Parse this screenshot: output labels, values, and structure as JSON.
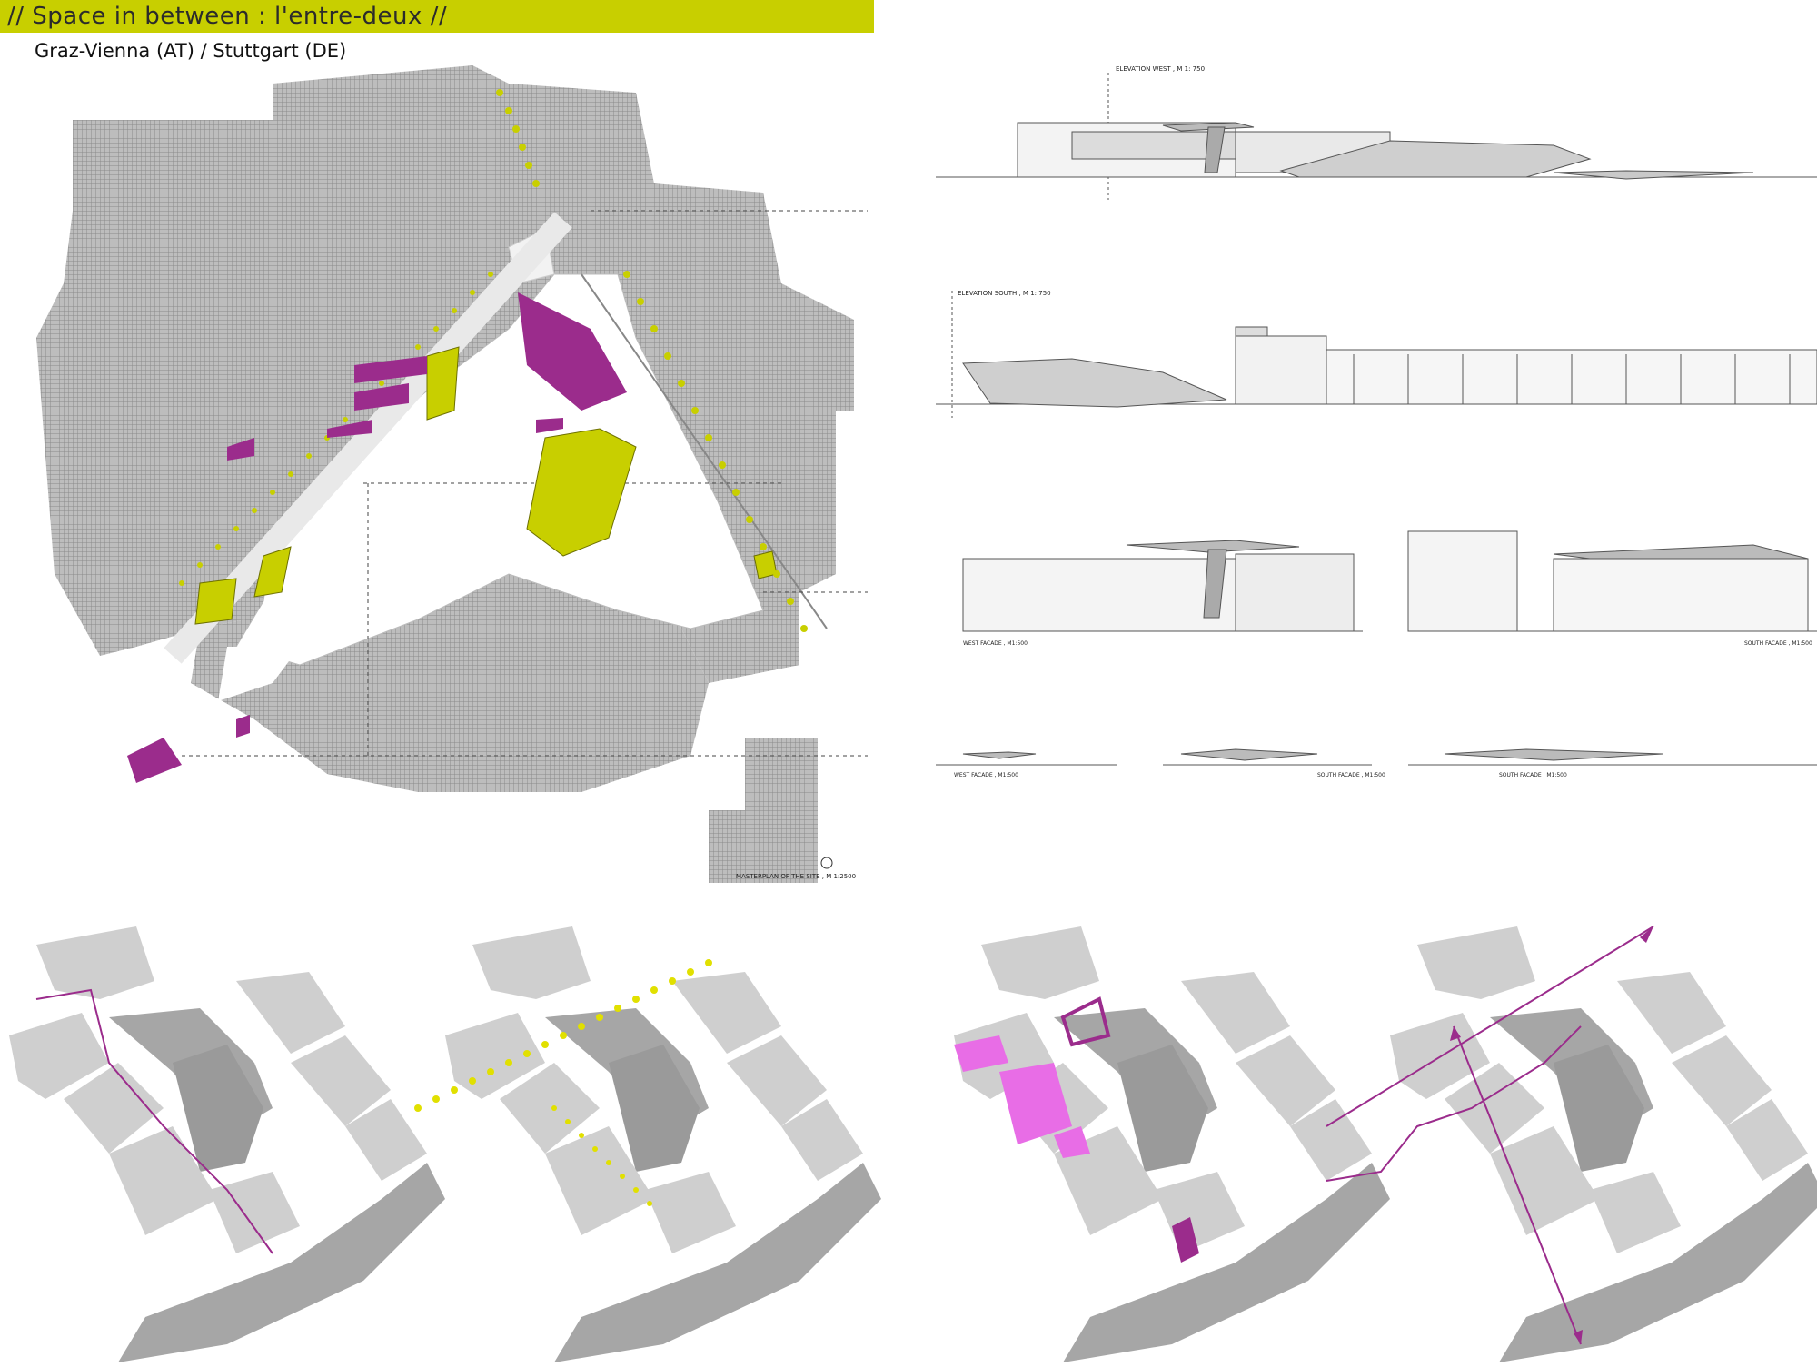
{
  "header": {
    "title": "// Space in between : l'entre-deux //",
    "subtitle": "Graz-Vienna (AT) / Stuttgart (DE)"
  },
  "masterplan": {
    "caption": "MASTERPLAN OF THE SITE , M 1:2500"
  },
  "elevations": {
    "west_label": "ELEVATION WEST , M 1: 750",
    "south_label": "ELEVATION SOUTH , M 1: 750",
    "west_facade_1": "WEST FACADE , M1:500",
    "south_facade_1": "SOUTH FACADE , M1:500",
    "west_facade_2": "WEST FACADE , M1:500",
    "south_facade_2": "SOUTH FACADE , M1:500",
    "south_facade_3": "SOUTH FACADE , M1:500"
  },
  "colors": {
    "accent_yellow": "#c8cf00",
    "accent_magenta": "#9b2c8c",
    "pink": "#e86de6",
    "block_grey": "#cfcfcf",
    "building_dark": "#9a9a9a"
  }
}
